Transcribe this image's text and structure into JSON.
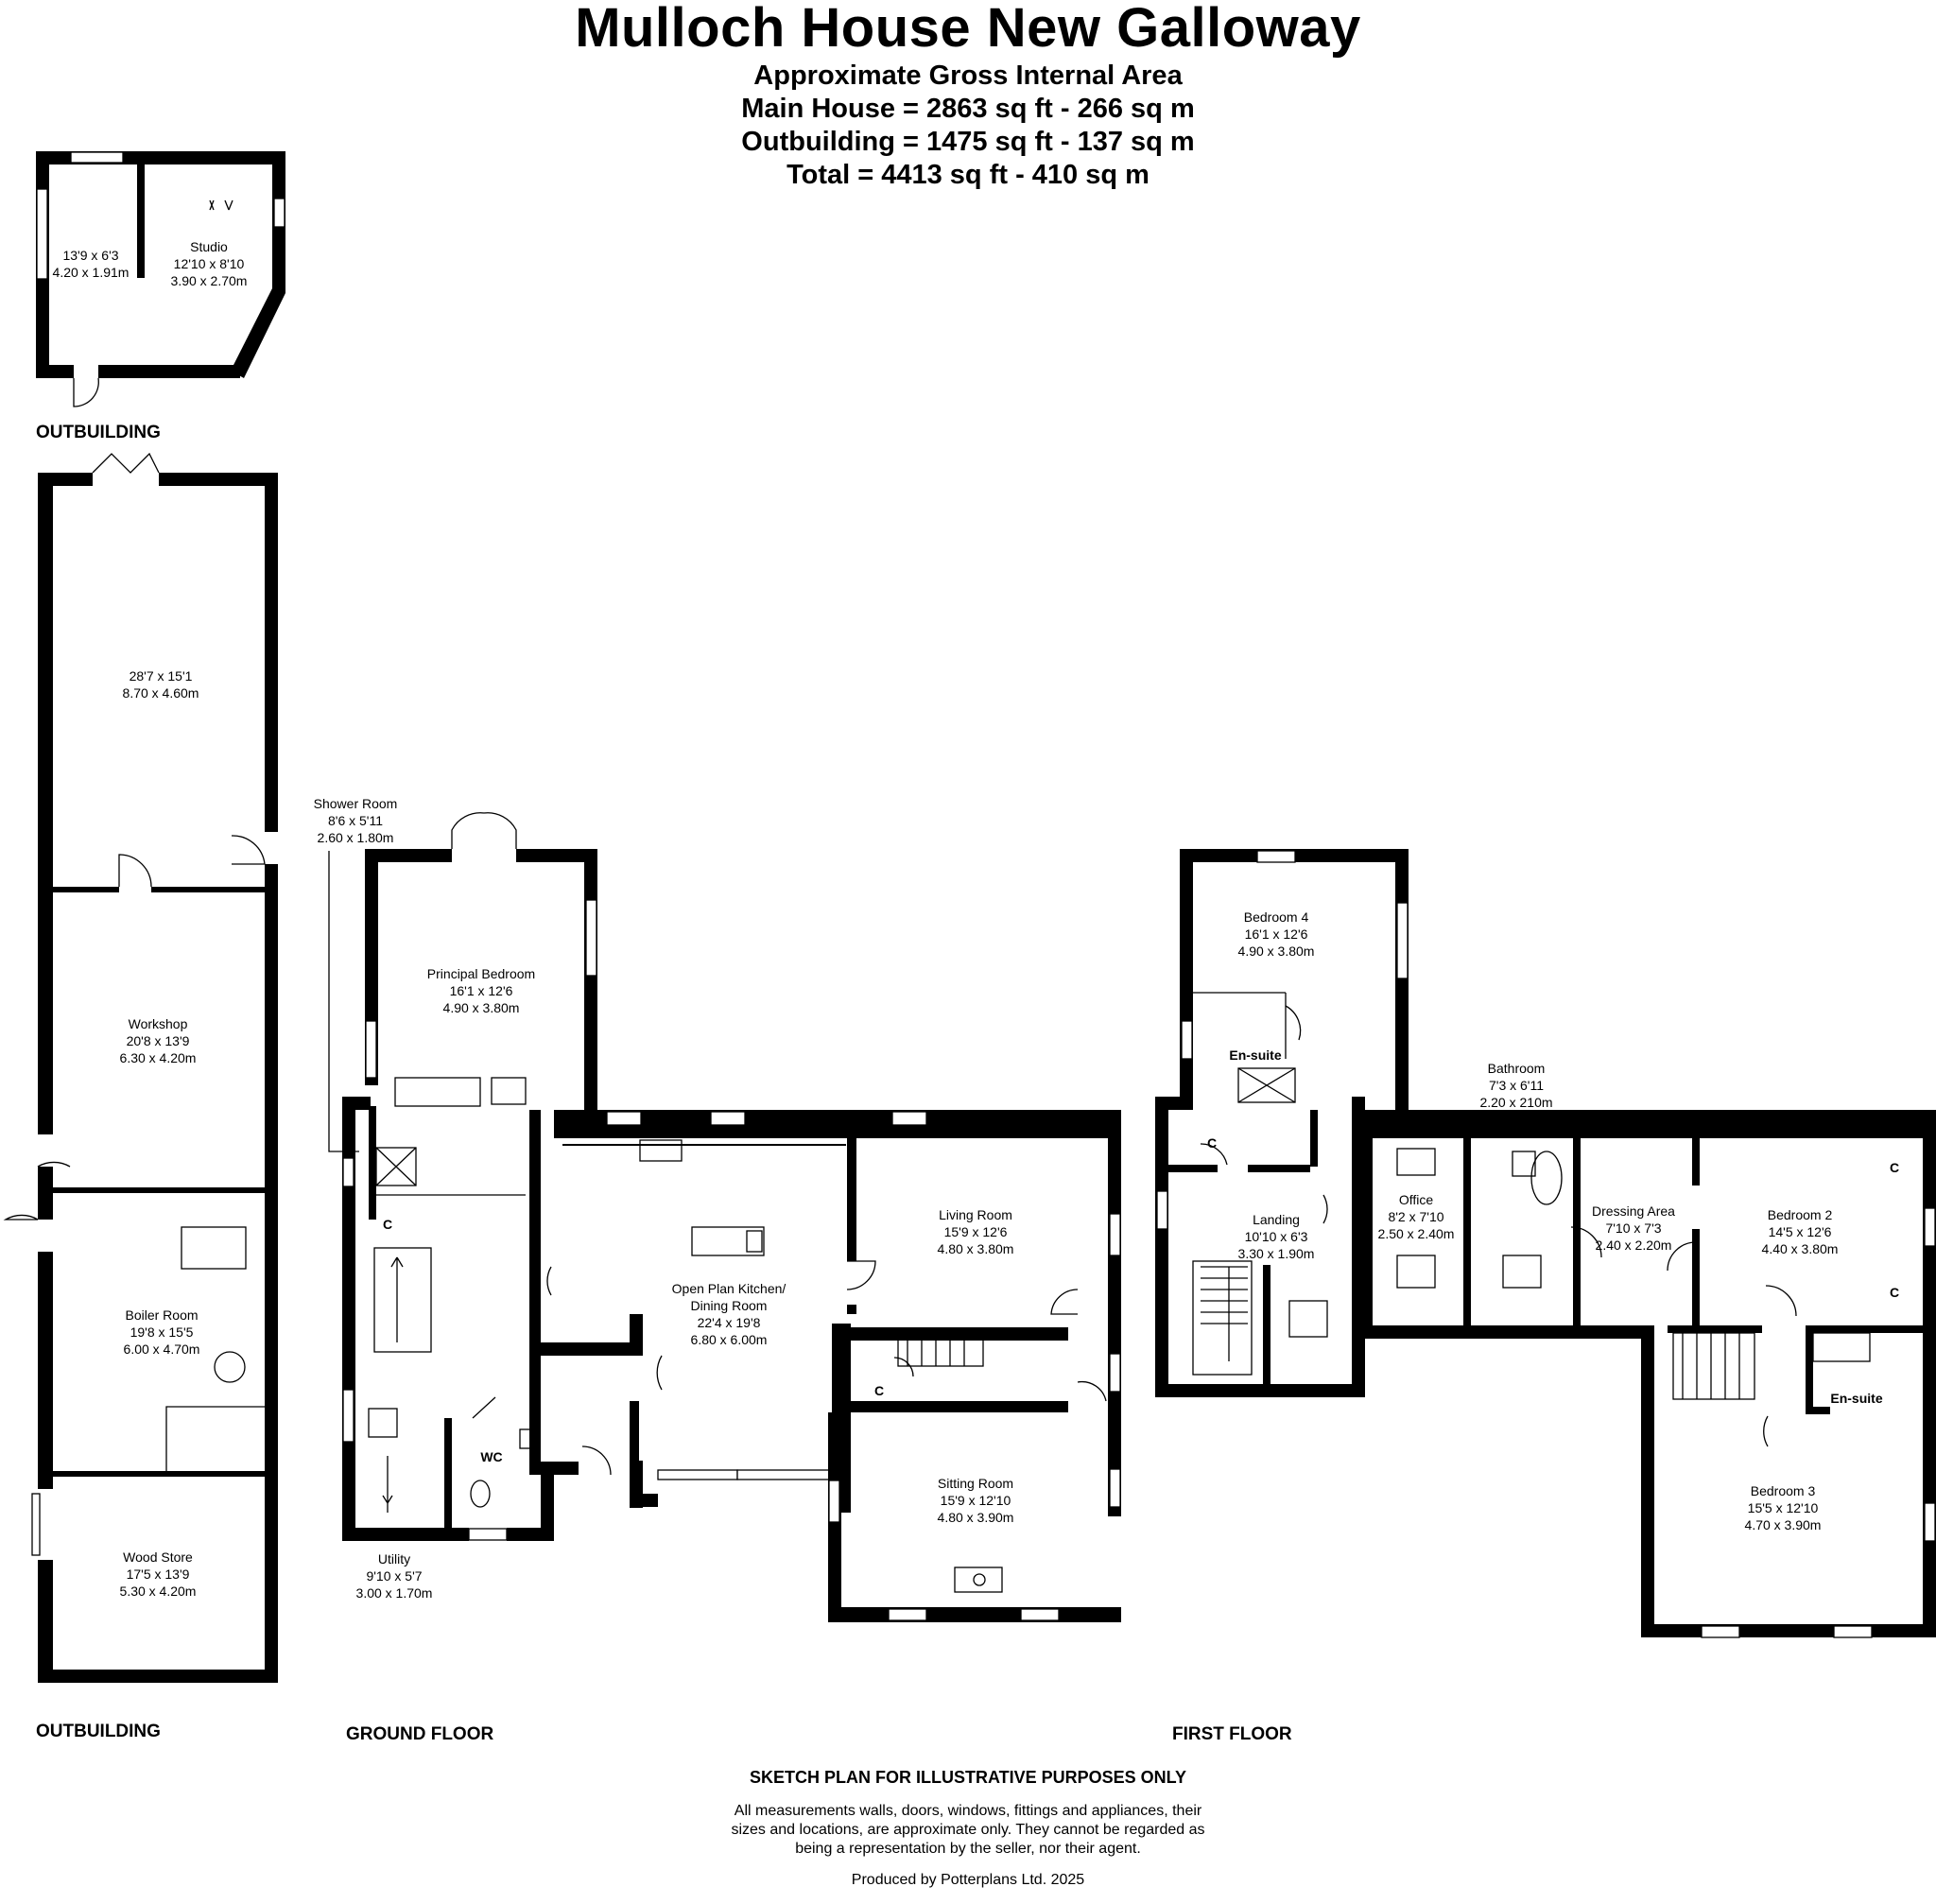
{
  "header": {
    "title": "Mulloch House New Galloway",
    "subtitle": "Approximate Gross Internal Area",
    "main_house": "Main House = 2863 sq ft - 266 sq m",
    "outbuilding": "Outbuilding = 1475 sq ft - 137 sq m",
    "total": "Total = 4413 sq ft - 410 sq m"
  },
  "floors": {
    "outbuilding_top": "OUTBUILDING",
    "outbuilding_bottom": "OUTBUILDING",
    "ground": "GROUND FLOOR",
    "first": "FIRST FLOOR"
  },
  "rooms": {
    "ob_room1": {
      "dim1": "13'9 x 6'3",
      "dim2": "4.20 x 1.91m"
    },
    "studio": {
      "name": "Studio",
      "dim1": "12'10 x 8'10",
      "dim2": "3.90 x 2.70m"
    },
    "barn": {
      "dim1": "28'7 x 15'1",
      "dim2": "8.70 x 4.60m"
    },
    "workshop": {
      "name": "Workshop",
      "dim1": "20'8 x 13'9",
      "dim2": "6.30 x 4.20m"
    },
    "boiler": {
      "name": "Boiler Room",
      "dim1": "19'8 x 15'5",
      "dim2": "6.00 x 4.70m"
    },
    "woodstore": {
      "name": "Wood Store",
      "dim1": "17'5 x 13'9",
      "dim2": "5.30 x 4.20m"
    },
    "shower": {
      "name": "Shower Room",
      "dim1": "8'6 x 5'11",
      "dim2": "2.60 x 1.80m"
    },
    "principal": {
      "name": "Principal Bedroom",
      "dim1": "16'1 x 12'6",
      "dim2": "4.90 x 3.80m"
    },
    "kitchen": {
      "name1": "Open Plan Kitchen/",
      "name2": "Dining Room",
      "dim1": "22'4 x 19'8",
      "dim2": "6.80 x 6.00m"
    },
    "living": {
      "name": "Living Room",
      "dim1": "15'9 x 12'6",
      "dim2": "4.80 x 3.80m"
    },
    "sitting": {
      "name": "Sitting Room",
      "dim1": "15'9 x 12'10",
      "dim2": "4.80 x 3.90m"
    },
    "utility": {
      "name": "Utility",
      "dim1": "9'10 x 5'7",
      "dim2": "3.00 x 1.70m"
    },
    "wc": {
      "name": "WC"
    },
    "bedroom4": {
      "name": "Bedroom 4",
      "dim1": "16'1 x 12'6",
      "dim2": "4.90 x 3.80m"
    },
    "ensuite1": {
      "name": "En-suite"
    },
    "bathroom": {
      "name": "Bathroom",
      "dim1": "7'3 x 6'11",
      "dim2": "2.20 x 210m"
    },
    "landing": {
      "name": "Landing",
      "dim1": "10'10 x 6'3",
      "dim2": "3.30 x 1.90m"
    },
    "office": {
      "name": "Office",
      "dim1": "8'2 x 7'10",
      "dim2": "2.50 x 2.40m"
    },
    "dressing": {
      "name": "Dressing Area",
      "dim1": "7'10 x 7'3",
      "dim2": "2.40 x 2.20m"
    },
    "bedroom2": {
      "name": "Bedroom 2",
      "dim1": "14'5 x 12'6",
      "dim2": "4.40 x 3.80m"
    },
    "ensuite2": {
      "name": "En-suite"
    },
    "bedroom3": {
      "name": "Bedroom 3",
      "dim1": "15'5 x 12'10",
      "dim2": "4.70 x 3.90m"
    },
    "cupboard": "C"
  },
  "footer": {
    "heading": "SKETCH PLAN FOR ILLUSTRATIVE PURPOSES ONLY",
    "line1": "All measurements walls, doors, windows, fittings and appliances, their",
    "line2": "sizes and locations, are approximate only. They cannot be regarded as",
    "line3": "being a representation by the seller, nor their agent.",
    "produced": "Produced by Potterplans Ltd. 2025"
  }
}
